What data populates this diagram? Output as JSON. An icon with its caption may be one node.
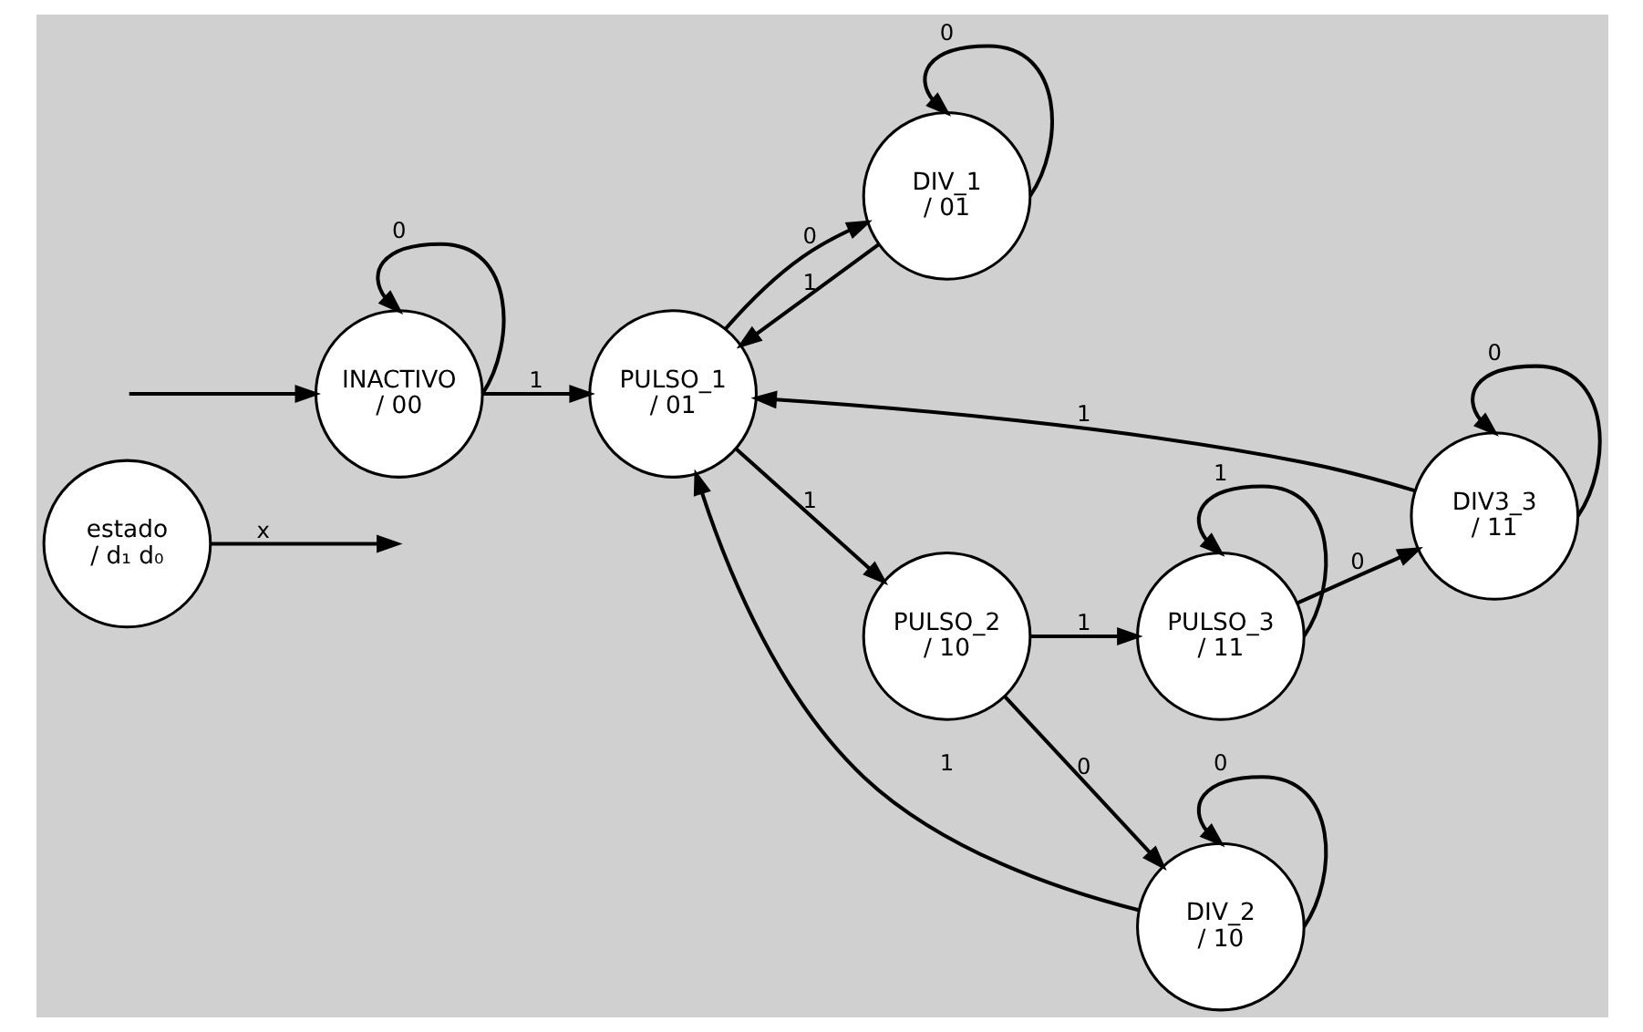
{
  "diagram": {
    "nodes": [
      {
        "text": [
          "estado",
          "/ d₁ d₀"
        ]
      },
      {
        "text": [
          "INACTIVO",
          "/ 00"
        ]
      },
      {
        "text": [
          "DIV_1",
          "/ 01"
        ]
      },
      {
        "text": [
          "DIV3_3",
          "/ 11"
        ]
      },
      {
        "text": [
          "PULSO_1",
          "/ 01"
        ]
      },
      {
        "text": [
          "PULSO_2",
          "/ 10"
        ]
      },
      {
        "text": [
          "PULSO_3",
          "/ 11"
        ]
      },
      {
        "text": [
          "DIV_2",
          "/ 10"
        ]
      }
    ],
    "edges": [
      {
        "from": 0,
        "to": null,
        "arrow": "to",
        "label": "x"
      },
      {
        "from": null,
        "to": 1,
        "arrow": "to"
      },
      {
        "from": 1,
        "to": 1,
        "arrow": "to",
        "label": "0"
      },
      {
        "from": 1,
        "to": 4,
        "arrow": "to",
        "label": "1"
      },
      {
        "from": 2,
        "to": 2,
        "arrow": "to",
        "label": "0"
      },
      {
        "from": 2,
        "to": 4,
        "arrow": "to",
        "label": "1"
      },
      {
        "from": 4,
        "to": 2,
        "arrow": "to",
        "label": "0"
      },
      {
        "from": 3,
        "to": 3,
        "arrow": "to",
        "label": "0"
      },
      {
        "from": 3,
        "to": 4,
        "arrow": "to",
        "label": "1"
      },
      {
        "from": 4,
        "to": 5,
        "arrow": "to",
        "label": "1"
      },
      {
        "from": 5,
        "to": 6,
        "arrow": "to",
        "label": "1"
      },
      {
        "from": 6,
        "to": 3,
        "arrow": "to",
        "label": "0"
      },
      {
        "from": 6,
        "to": 6,
        "arrow": "to",
        "label": "1"
      },
      {
        "from": 5,
        "to": 7,
        "arrow": "to",
        "label": "0"
      },
      {
        "from": 7,
        "to": 4,
        "arrow": "to",
        "label": "1"
      },
      {
        "from": 7,
        "to": 7,
        "arrow": "to",
        "label": "0"
      }
    ]
  }
}
